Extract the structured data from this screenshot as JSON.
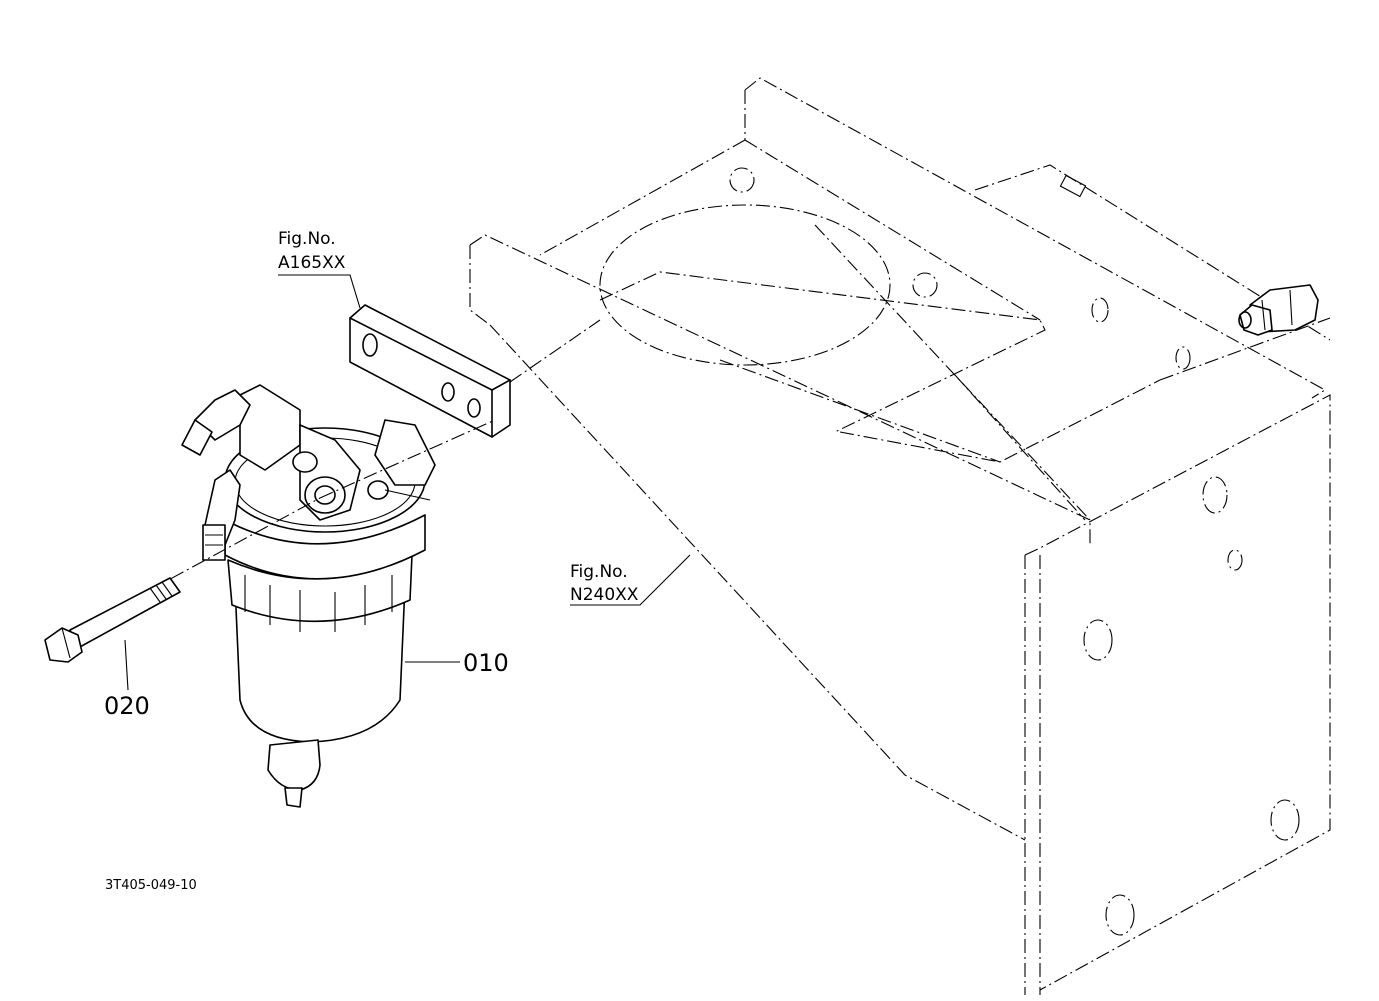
{
  "callouts": {
    "fig_a_line1": "Fig.No.",
    "fig_a_line2": "A165XX",
    "fig_n_line1": "Fig.No.",
    "fig_n_line2": "N240XX",
    "part_010": "010",
    "part_020": "020"
  },
  "drawing_code": "3T405-049-10",
  "colors": {
    "line": "#000000",
    "background": "#ffffff"
  }
}
